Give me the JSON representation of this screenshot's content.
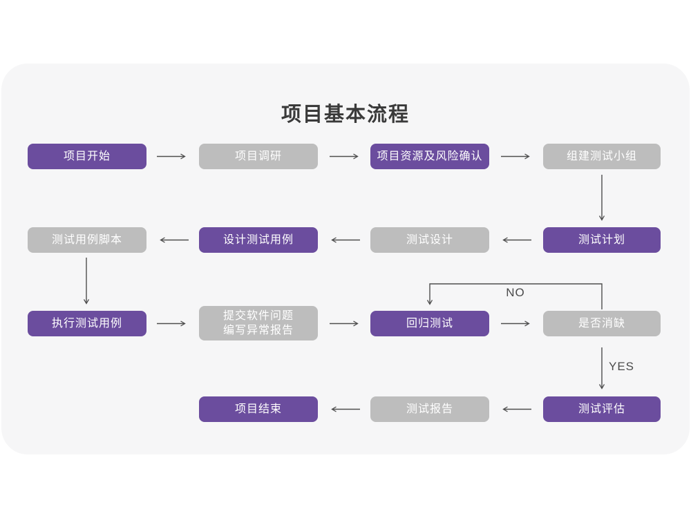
{
  "title": "项目基本流程",
  "colors": {
    "purple": "#6b4d9e",
    "gray": "#bdbdbd",
    "arrow": "#4d4d4d",
    "card_background": "#f6f6f7",
    "node_text": "#ffffff",
    "title_text": "#3a3a3a",
    "label_text": "#4a4a4a"
  },
  "flowchart": {
    "nodes": [
      {
        "id": "project-start",
        "label": "项目开始",
        "style": "purple"
      },
      {
        "id": "project-research",
        "label": "项目调研",
        "style": "gray"
      },
      {
        "id": "resources-risk-confirm",
        "label": "项目资源及风险确认",
        "style": "purple"
      },
      {
        "id": "form-test-team",
        "label": "组建测试小组",
        "style": "gray"
      },
      {
        "id": "test-plan",
        "label": "测试计划",
        "style": "purple"
      },
      {
        "id": "test-design",
        "label": "测试设计",
        "style": "gray"
      },
      {
        "id": "design-test-cases",
        "label": "设计测试用例",
        "style": "purple"
      },
      {
        "id": "test-case-scripts",
        "label": "测试用例脚本",
        "style": "gray"
      },
      {
        "id": "execute-test-cases",
        "label": "执行测试用例",
        "style": "purple"
      },
      {
        "id": "submit-issues-report",
        "label": "提交软件问题\n编写异常报告",
        "style": "gray"
      },
      {
        "id": "regression-test",
        "label": "回归测试",
        "style": "purple"
      },
      {
        "id": "defect-cleared",
        "label": "是否消缺",
        "style": "gray"
      },
      {
        "id": "test-evaluation",
        "label": "测试评估",
        "style": "purple"
      },
      {
        "id": "test-report",
        "label": "测试报告",
        "style": "gray"
      },
      {
        "id": "project-end",
        "label": "项目结束",
        "style": "purple"
      }
    ],
    "branch_labels": {
      "no": "NO",
      "yes": "YES"
    }
  }
}
